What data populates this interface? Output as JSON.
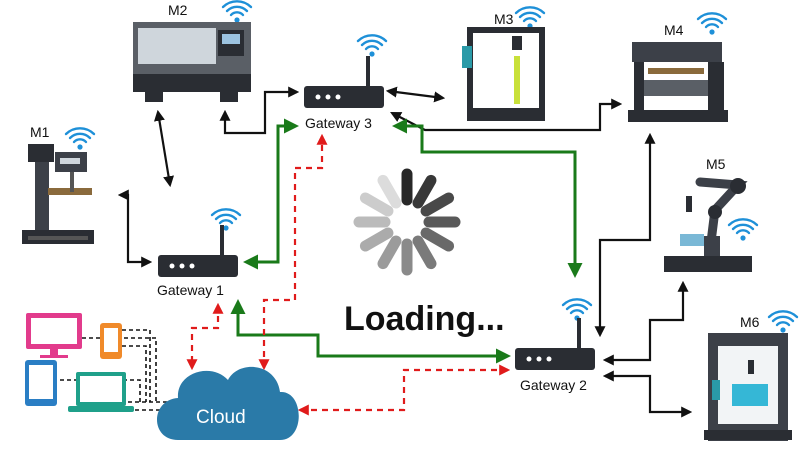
{
  "machines": [
    {
      "id": "m1",
      "label": "M1"
    },
    {
      "id": "m2",
      "label": "M2"
    },
    {
      "id": "m3",
      "label": "M3"
    },
    {
      "id": "m4",
      "label": "M4"
    },
    {
      "id": "m5",
      "label": "M5"
    },
    {
      "id": "m6",
      "label": "M6"
    }
  ],
  "gateways": [
    {
      "id": "g1",
      "label": "Gateway 1"
    },
    {
      "id": "g2",
      "label": "Gateway 2"
    },
    {
      "id": "g3",
      "label": "Gateway 3"
    }
  ],
  "cloud": {
    "label": "Cloud"
  },
  "status": {
    "text": "Loading..."
  },
  "colors": {
    "wifi": "#1e90d8",
    "gateway_link": "#1a7a1a",
    "cloud_link": "#e01b1b",
    "machine_link": "#111111",
    "cloud_fill": "#2a7aa8",
    "spinner": "#888888"
  }
}
